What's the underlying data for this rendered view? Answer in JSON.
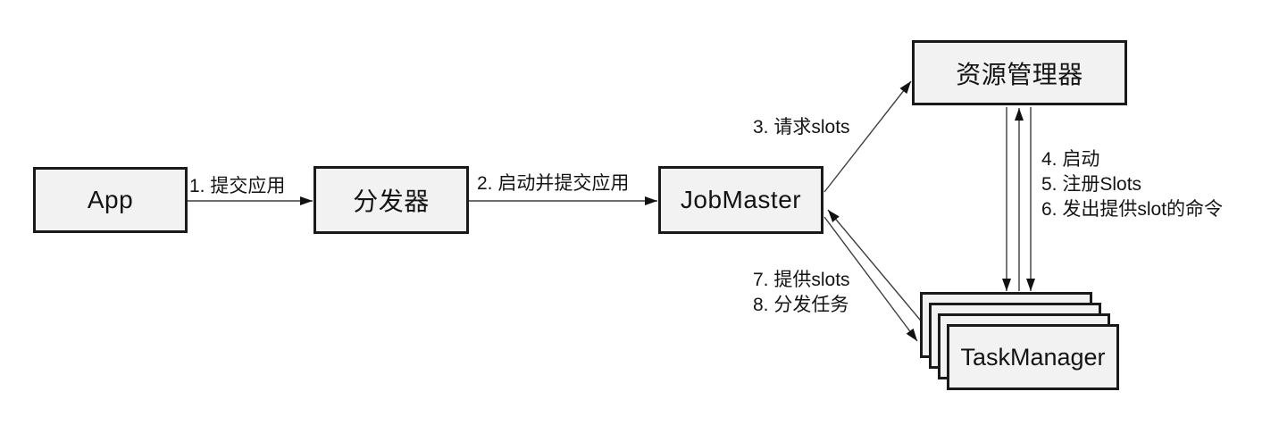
{
  "diagram": {
    "colors": {
      "background": "#ffffff",
      "node_fill": "#f2f2f2",
      "node_border": "#1a1a1a",
      "connector": "#3d3d3d",
      "arrowhead": "#111111",
      "text": "#141414"
    },
    "nodes": {
      "app": {
        "label": "App"
      },
      "dispatcher": {
        "label": "分发器"
      },
      "jobmaster": {
        "label": "JobMaster"
      },
      "resource_manager": {
        "label": "资源管理器"
      },
      "taskmanager": {
        "label": "TaskManager"
      }
    },
    "edges": {
      "submit_app": {
        "label": "1. 提交应用"
      },
      "start_and_submit_app": {
        "label": "2. 启动并提交应用"
      },
      "request_slots": {
        "label": "3. 请求slots"
      },
      "rm_taskmanager": {
        "labels": [
          "4. 启动",
          "5. 注册Slots",
          "6. 发出提供slot的命令"
        ]
      },
      "jobmaster_taskmanager": {
        "labels": [
          "7. 提供slots",
          "8. 分发任务"
        ]
      }
    }
  }
}
